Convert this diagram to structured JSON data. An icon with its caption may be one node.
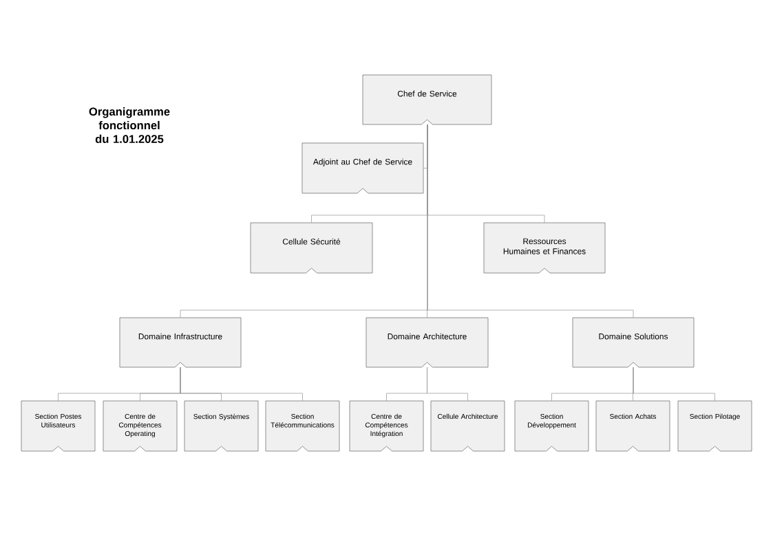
{
  "diagram": {
    "title": "Organigramme fonctionnel du 1.01.2025",
    "nodes": [
      {
        "text": [
          "Chef de Service"
        ]
      },
      {
        "text": [
          "Adjoint au Chef de Service"
        ]
      },
      {
        "text": [
          "Cellule Sécurité"
        ]
      },
      {
        "text": [
          "Ressources Humaines et Finances"
        ]
      },
      {
        "text": [
          "Domaine Infrastructure"
        ]
      },
      {
        "text": [
          "Domaine Architecture"
        ]
      },
      {
        "text": [
          "Domaine Solutions"
        ]
      },
      {
        "text": [
          "Section Postes Utilisateurs"
        ]
      },
      {
        "text": [
          "Centre de Compétences Operating"
        ]
      },
      {
        "text": [
          "Section Systèmes"
        ]
      },
      {
        "text": [
          "Section Télécommunications"
        ]
      },
      {
        "text": [
          "Centre de Compétences Intégration"
        ]
      },
      {
        "text": [
          "Cellule Architecture"
        ]
      },
      {
        "text": [
          "Section Développement"
        ]
      },
      {
        "text": [
          "Section Achats"
        ]
      },
      {
        "text": [
          "Section Pilotage"
        ]
      }
    ],
    "edges": [
      {
        "from": 0,
        "to": 1,
        "arrow": "none"
      },
      {
        "from": 0,
        "to": 2,
        "arrow": "none"
      },
      {
        "from": 0,
        "to": 3,
        "arrow": "none"
      },
      {
        "from": 0,
        "to": 4,
        "arrow": "none"
      },
      {
        "from": 0,
        "to": 5,
        "arrow": "none"
      },
      {
        "from": 0,
        "to": 6,
        "arrow": "none"
      },
      {
        "from": 4,
        "to": 7,
        "arrow": "none"
      },
      {
        "from": 4,
        "to": 8,
        "arrow": "none"
      },
      {
        "from": 4,
        "to": 9,
        "arrow": "none"
      },
      {
        "from": 4,
        "to": 10,
        "arrow": "none"
      },
      {
        "from": 5,
        "to": 11,
        "arrow": "none"
      },
      {
        "from": 5,
        "to": 12,
        "arrow": "none"
      },
      {
        "from": 6,
        "to": 13,
        "arrow": "none"
      },
      {
        "from": 6,
        "to": 14,
        "arrow": "none"
      },
      {
        "from": 6,
        "to": 15,
        "arrow": "none"
      }
    ]
  }
}
